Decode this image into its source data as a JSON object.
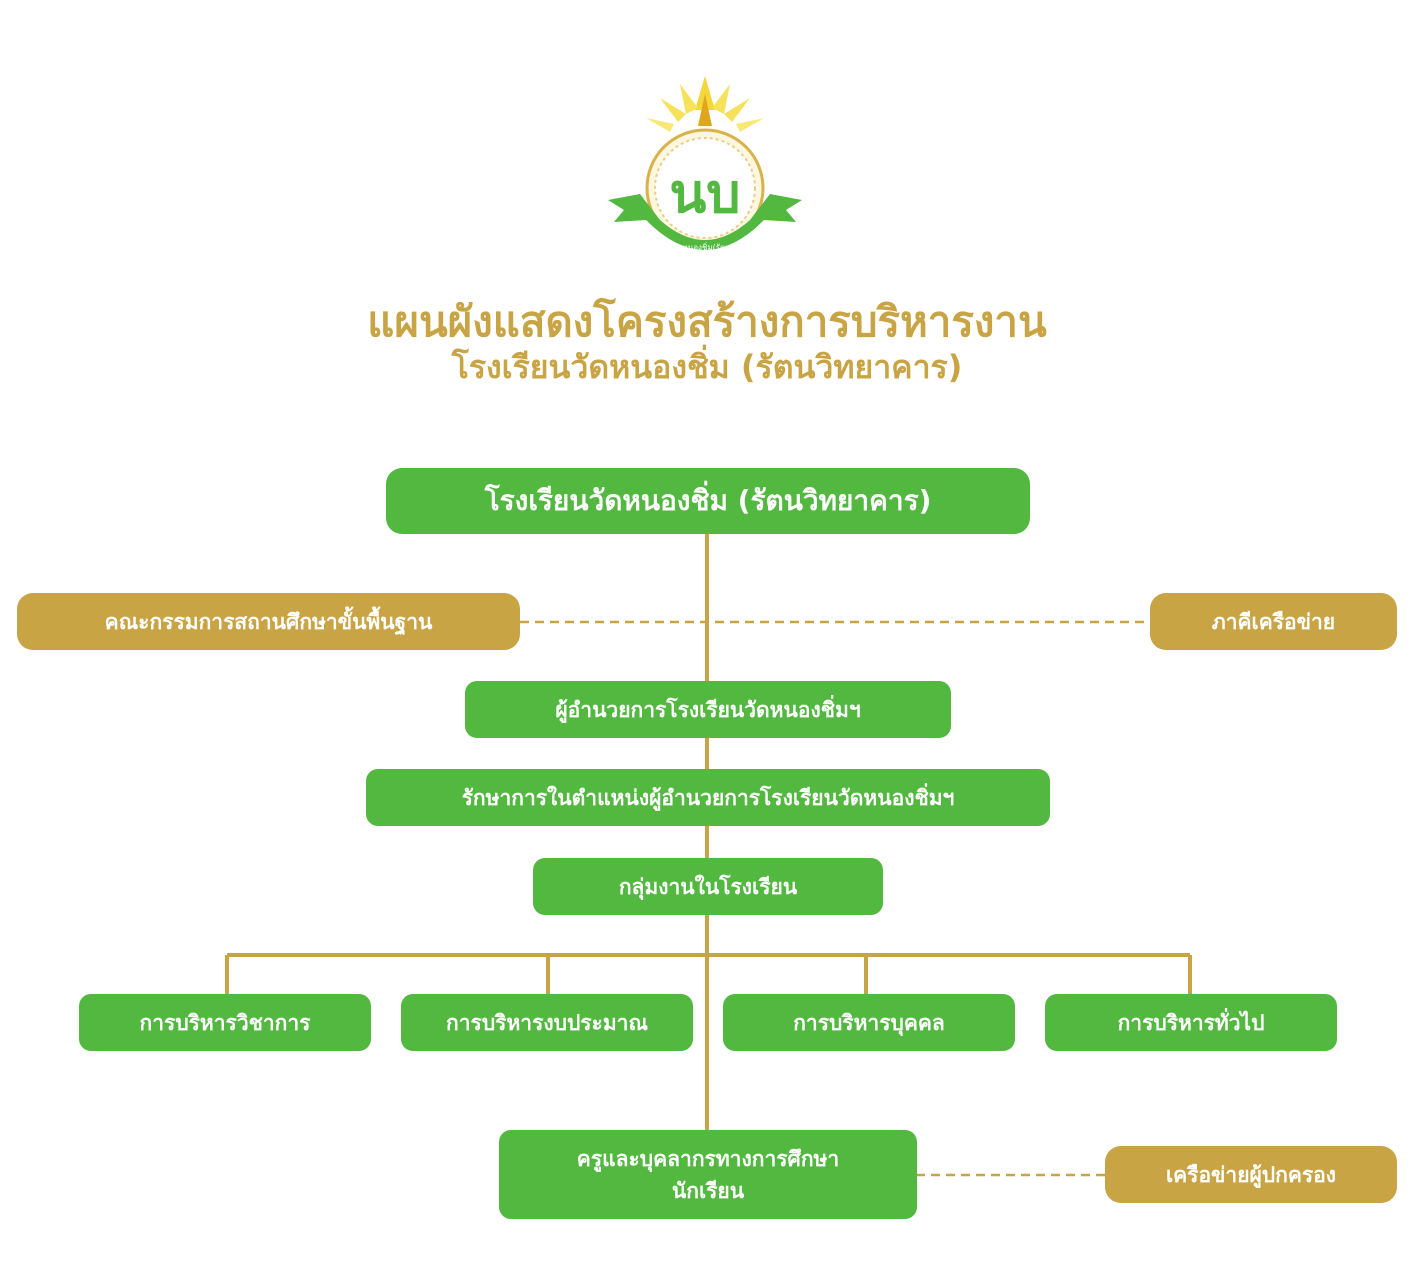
{
  "header": {
    "logo_text": "โรงเรียนวัดหนองชิ่ม(รัตนวิทยาคาร)",
    "logo_monogram": "นบ",
    "title": "แผนผังแสดงโครงสร้างการบริหารงาน",
    "subtitle": "โรงเรียนวัดหนองชิ่ม (รัตนวิทยาคาร)"
  },
  "chart": {
    "root": "โรงเรียนวัดหนองชิ่ม (รัตนวิทยาคาร)",
    "board": "คณะกรรมการสถานศึกษาขั้นพื้นฐาน",
    "partners": "ภาคีเครือข่าย",
    "director": "ผู้อำนวยการโรงเรียนวัดหนองชิ่มฯ",
    "acting_director": "รักษาการในตำแหน่งผู้อำนวยการโรงเรียนวัดหนองชิ่มฯ",
    "work_groups": "กลุ่มงานในโรงเรียน",
    "departments": [
      "การบริหารวิชาการ",
      "การบริหารงบประมาณ",
      "การบริหารบุคคล",
      "การบริหารทั่วไป"
    ],
    "staff_line1": "ครูและบุคลากรทางการศึกษา",
    "staff_line2": "นักเรียน",
    "parents_network": "เครือข่ายผู้ปกครอง"
  },
  "colors": {
    "green": "#52b840",
    "gold": "#c9a445",
    "line": "#c9a445"
  }
}
